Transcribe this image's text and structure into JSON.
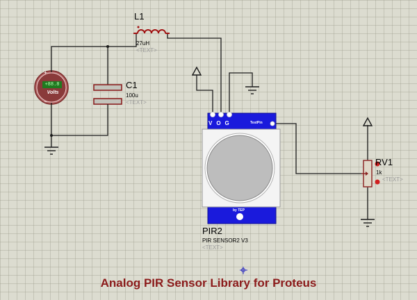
{
  "components": {
    "inductor": {
      "ref": "L1",
      "value": "27uH",
      "text": "<TEXT>"
    },
    "capacitor": {
      "ref": "C1",
      "value": "100u",
      "text": "<TEXT>"
    },
    "voltmeter": {
      "readout": "+88.8",
      "unit": "Volts",
      "plus": "+",
      "minus": "−"
    },
    "pir_sensor": {
      "ref": "PIR2",
      "model": "PIR SENSOR2 V3",
      "text": "<TEXT>",
      "pin_labels": "VOG",
      "test_pin_label": "TestPin",
      "brand_label": "by TEP"
    },
    "potentiometer": {
      "ref": "RV1",
      "value": "1k",
      "text": "<TEXT>"
    }
  },
  "footer": {
    "title": "Analog PIR Sensor Library for Proteus"
  },
  "colors": {
    "wire": "#1a1a1a",
    "sensor_blue": "#1a1adc",
    "inductor_red": "#a01010",
    "title_red": "#8b1a1a",
    "meter_green": "#1f7a1f"
  }
}
